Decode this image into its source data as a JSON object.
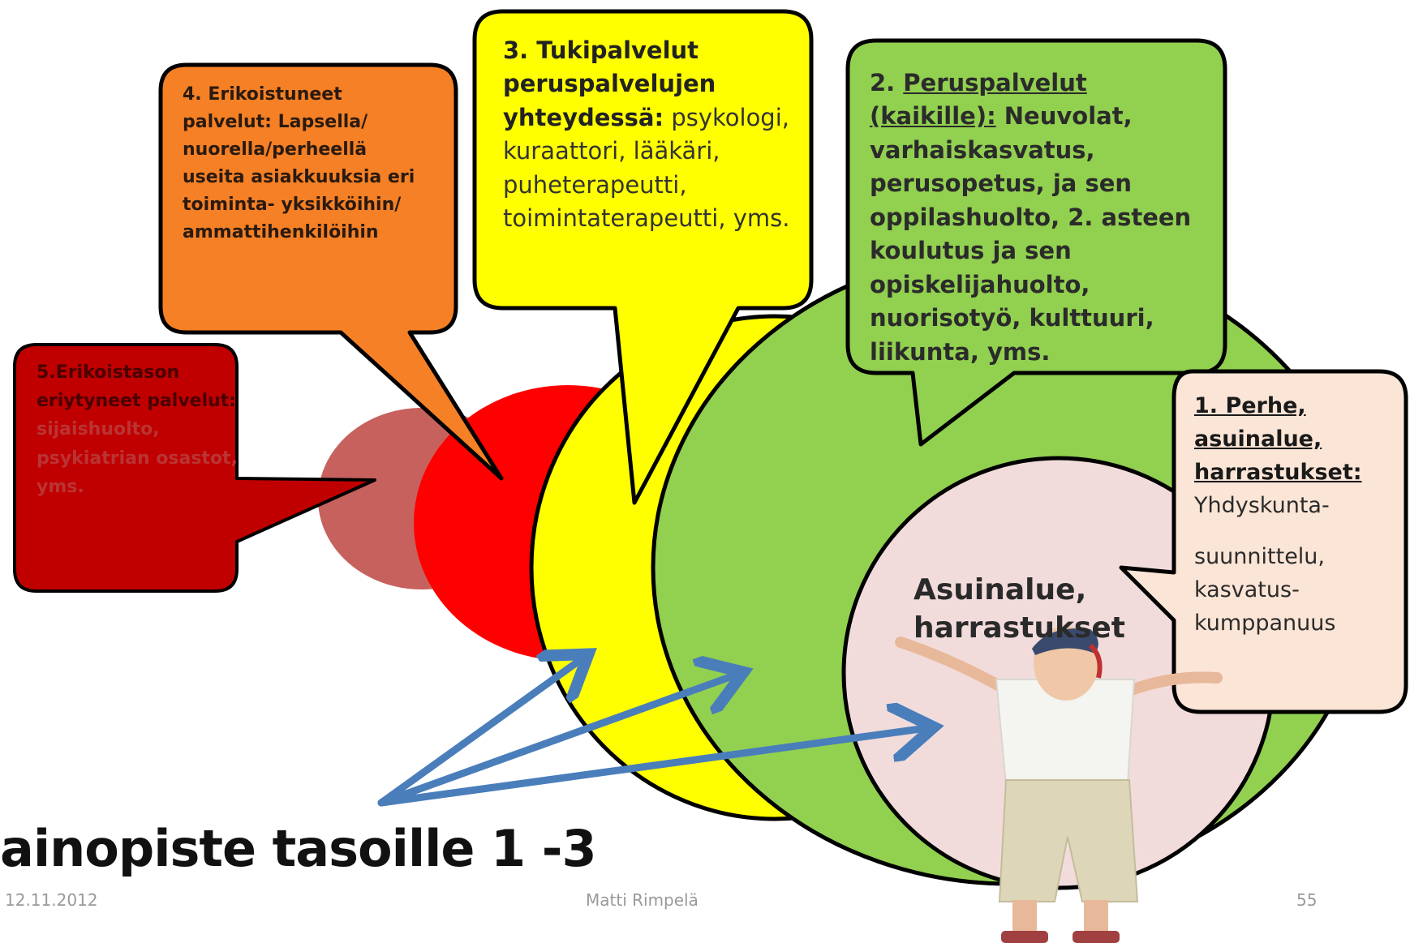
{
  "levels": {
    "level4": {
      "text": "4. Erikoistuneet palvelut: Lapsella/ nuorella/perheellä useita asiakkuuksia eri toiminta- yksikköihin/ ammattihenkilöihin",
      "color": "#f58025"
    },
    "level3": {
      "heading": "3. Tukipalvelut peruspalvelujen yhteydessä:",
      "text": "psykologi, kuraattori, lääkäri, puheterapeutti, toimintaterapeutti, yms.",
      "color": "#ffff00"
    },
    "level2": {
      "heading_num": "2. ",
      "heading": "Peruspalvelut (kaikille):",
      "text": " Neuvolat, varhaiskasvatus, perusopetus, ja sen oppilashuolto, 2. asteen koulutus ja sen opiskelijahuolto, nuorisotyö, kulttuuri, liikunta, yms.",
      "color": "#92d050"
    },
    "level5": {
      "heading": "5.Erikoistason eriytyneet palvelut:",
      "text": "sijaishuolto, psykiatrian osastot, yms.",
      "color": "#c00000"
    },
    "level1": {
      "heading": "1. Perhe, asuinalue, harrastukset:",
      "line1": "Yhdyskunta-",
      "line2": "suunnittelu,",
      "line3": "kasvatus-",
      "line4": "kumppanuus",
      "color": "#fbe5d6"
    }
  },
  "circle_label": "Asuinalue, harrastukset",
  "title": "ainopiste tasoille 1 -3",
  "footer": {
    "date": "12.11.2012",
    "author": "Matti Rimpelä",
    "page": "55"
  },
  "colors": {
    "arrow": "#4a7ebb",
    "outline": "#000000",
    "red_circle": "#ff0000",
    "faded_red": "#c0504d",
    "pink_circle": "#f2dcdb"
  },
  "icons": [
    "child-photo"
  ]
}
